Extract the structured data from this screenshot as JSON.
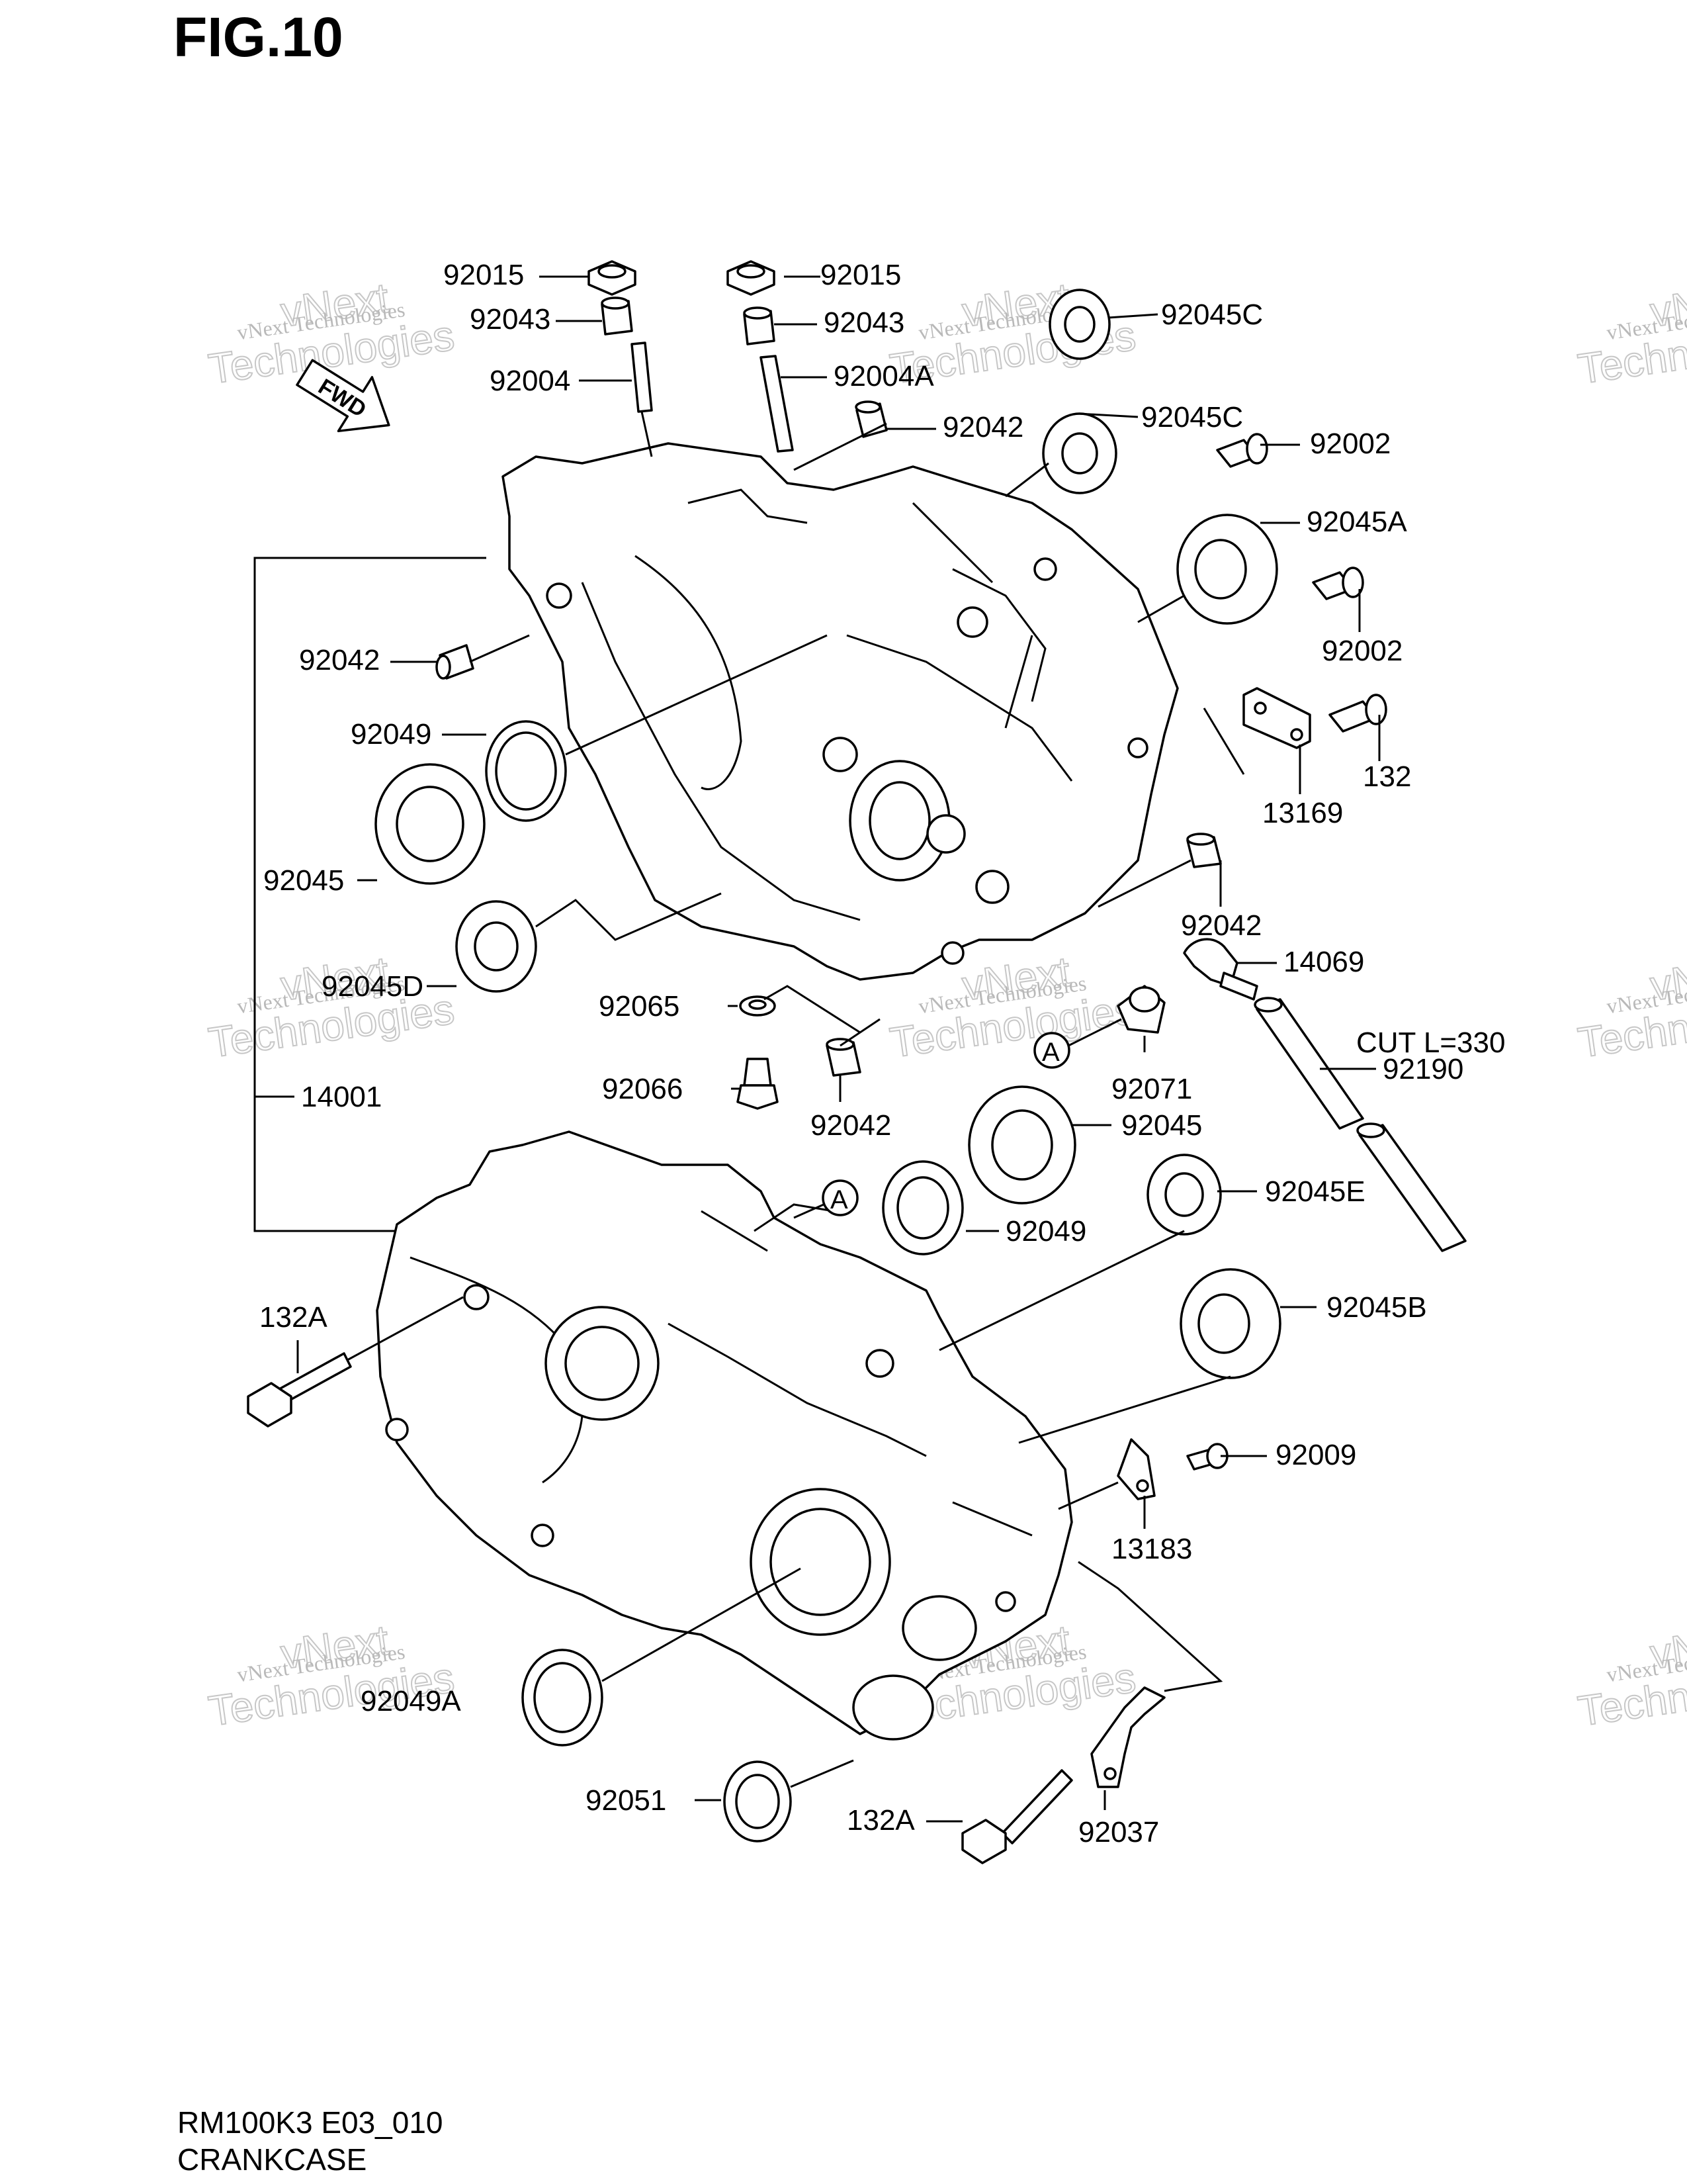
{
  "figure": {
    "title": "FIG.10"
  },
  "footer": {
    "model_code": "RM100K3 E03_010",
    "section_name": "CRANKCASE"
  },
  "watermark": {
    "line1": "vNext Technologies",
    "line2a": "vNext",
    "line2b": "Technologies"
  },
  "fwd_label": "FWD",
  "callout_letter": "A",
  "labels": {
    "l01": "92015",
    "l02": "92015",
    "l03": "92043",
    "l04": "92043",
    "l05": "92045C",
    "l06": "92004",
    "l07": "92004A",
    "l08": "92042",
    "l09": "92045C",
    "l10": "92002",
    "l11": "92045A",
    "l12": "92002",
    "l13": "92042",
    "l14": "132",
    "l15": "92049",
    "l16": "13169",
    "l17": "92045",
    "l18": "92042",
    "l19": "14069",
    "l20": "92045D",
    "l21": "92065",
    "l22": "CUT L=330",
    "l23": "92190",
    "l24": "92071",
    "l25": "14001",
    "l26": "92066",
    "l27": "92042",
    "l28": "92045",
    "l29": "92045E",
    "l30": "92049",
    "l31": "132A",
    "l32": "92045B",
    "l33": "92009",
    "l34": "13183",
    "l35": "92049A",
    "l36": "92051",
    "l37": "132A",
    "l38": "92037"
  }
}
